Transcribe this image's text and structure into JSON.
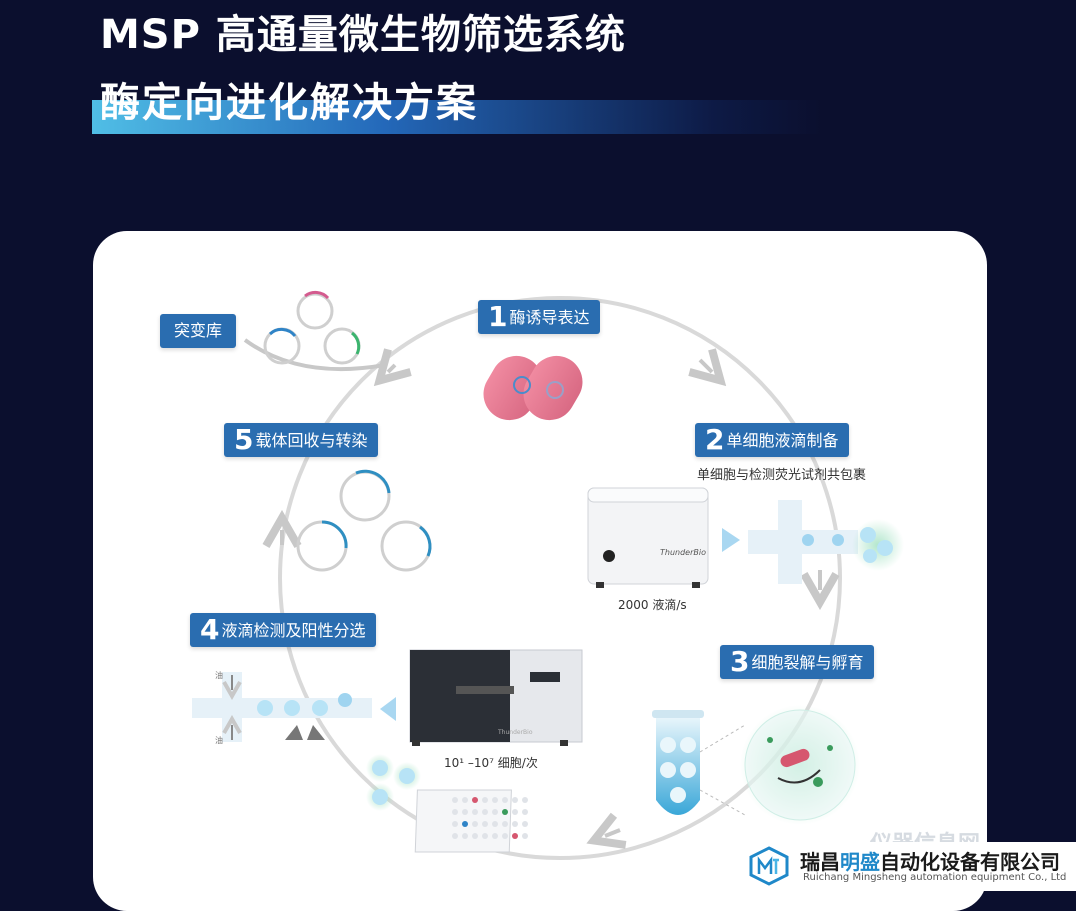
{
  "header": {
    "title": "MSP 高通量微生物筛选系统",
    "subtitle": "酶定向进化解决方案"
  },
  "diagram": {
    "mutant_library": "突变库",
    "steps": [
      {
        "num": "1",
        "label": "酶诱导表达"
      },
      {
        "num": "2",
        "label": "单细胞液滴制备"
      },
      {
        "num": "3",
        "label": "细胞裂解与孵育"
      },
      {
        "num": "4",
        "label": "液滴检测及阳性分选"
      },
      {
        "num": "5",
        "label": "载体回收与转染"
      }
    ],
    "step2_caption": "单细胞与检测荧光试剂共包裹",
    "rate_caption": "2000 液滴/s",
    "throughput_caption": "10¹ –10⁷ 细胞/次",
    "oil_label": "油",
    "device1_brand": "ThunderBio",
    "device2_brand": "ThunderBio"
  },
  "footer": {
    "company_pre": "瑞昌",
    "company_hl": "明盛",
    "company_post": "自动化设备有限公司",
    "company_en": "Ruichang Mingsheng automation equipment Co., Ltd",
    "watermark": "仪器信息网"
  },
  "colors": {
    "background": "#0b0f2e",
    "label_bg": "#2a6db0",
    "accent": "#1f88c9"
  }
}
